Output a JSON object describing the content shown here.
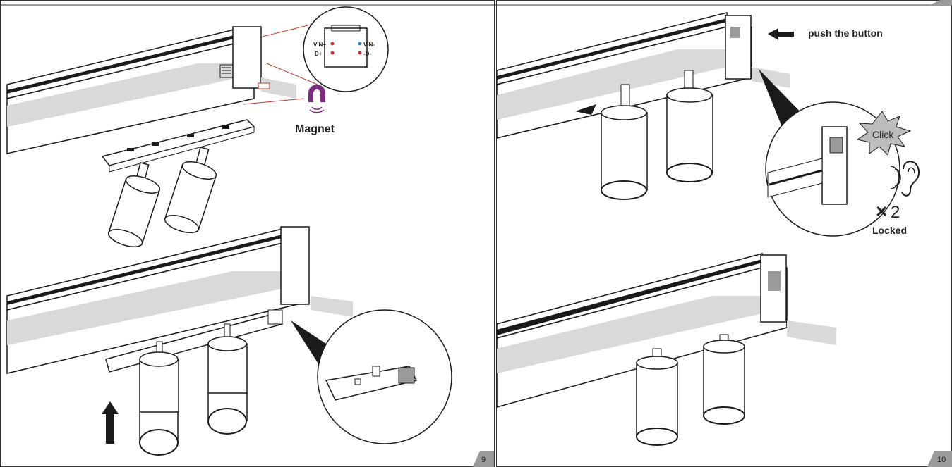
{
  "left_page": {
    "connector_labels": {
      "vin_plus": "VIN+",
      "d_plus": "D+",
      "vin_minus": "VIN-",
      "d_minus": "-D-"
    },
    "magnet_label": "Magnet",
    "page_number": "9"
  },
  "right_page": {
    "push_label": "push the button",
    "click_label": "Click",
    "times_symbol": "✕",
    "times_count": "2",
    "locked_label": "Locked",
    "page_number": "10"
  },
  "colors": {
    "line": "#1a1a1a",
    "shadow": "#d9d9d9",
    "connector_red": "#c0392b",
    "magnet_purple": "#7b2d7e",
    "page_tab": "#9a9a9a",
    "burst": "#bdbdbd"
  },
  "icons": [
    "arrow-up-icon",
    "arrow-left-icon",
    "magnet-icon",
    "ear-icon",
    "click-burst-icon",
    "times-icon"
  ]
}
